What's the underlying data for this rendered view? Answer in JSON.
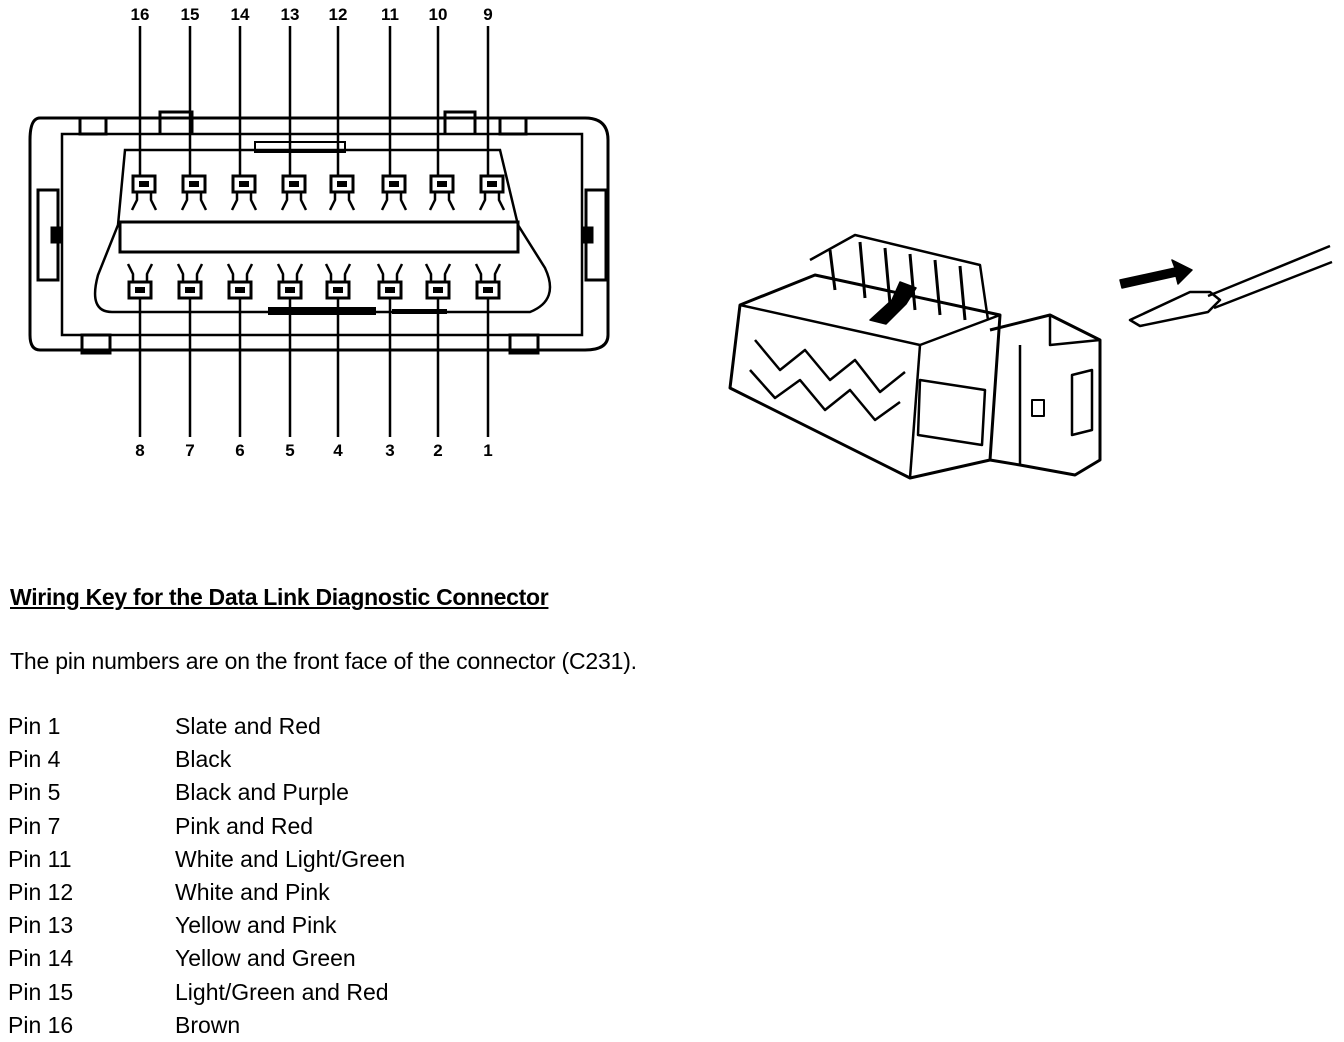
{
  "connector_face": {
    "top_row_labels": [
      "16",
      "15",
      "14",
      "13",
      "12",
      "11",
      "10",
      "9"
    ],
    "bottom_row_labels": [
      "8",
      "7",
      "6",
      "5",
      "4",
      "3",
      "2",
      "1"
    ]
  },
  "wiring_key": {
    "title": "Wiring Key for the Data Link Diagnostic Connector",
    "intro": "The pin numbers are on the front face of the connector (C231).",
    "pins": [
      {
        "pin": "Pin 1",
        "color": "Slate and Red"
      },
      {
        "pin": "Pin 4",
        "color": "Black"
      },
      {
        "pin": "Pin 5",
        "color": "Black and Purple"
      },
      {
        "pin": "Pin 7",
        "color": "Pink and Red"
      },
      {
        "pin": "Pin 11",
        "color": "White and Light/Green"
      },
      {
        "pin": "Pin 12",
        "color": "White and Pink"
      },
      {
        "pin": "Pin 13",
        "color": "Yellow and Pink"
      },
      {
        "pin": "Pin 14",
        "color": "Yellow and Green"
      },
      {
        "pin": "Pin 15",
        "color": "Light/Green and Red"
      },
      {
        "pin": "Pin 16",
        "color": "Brown"
      }
    ]
  }
}
